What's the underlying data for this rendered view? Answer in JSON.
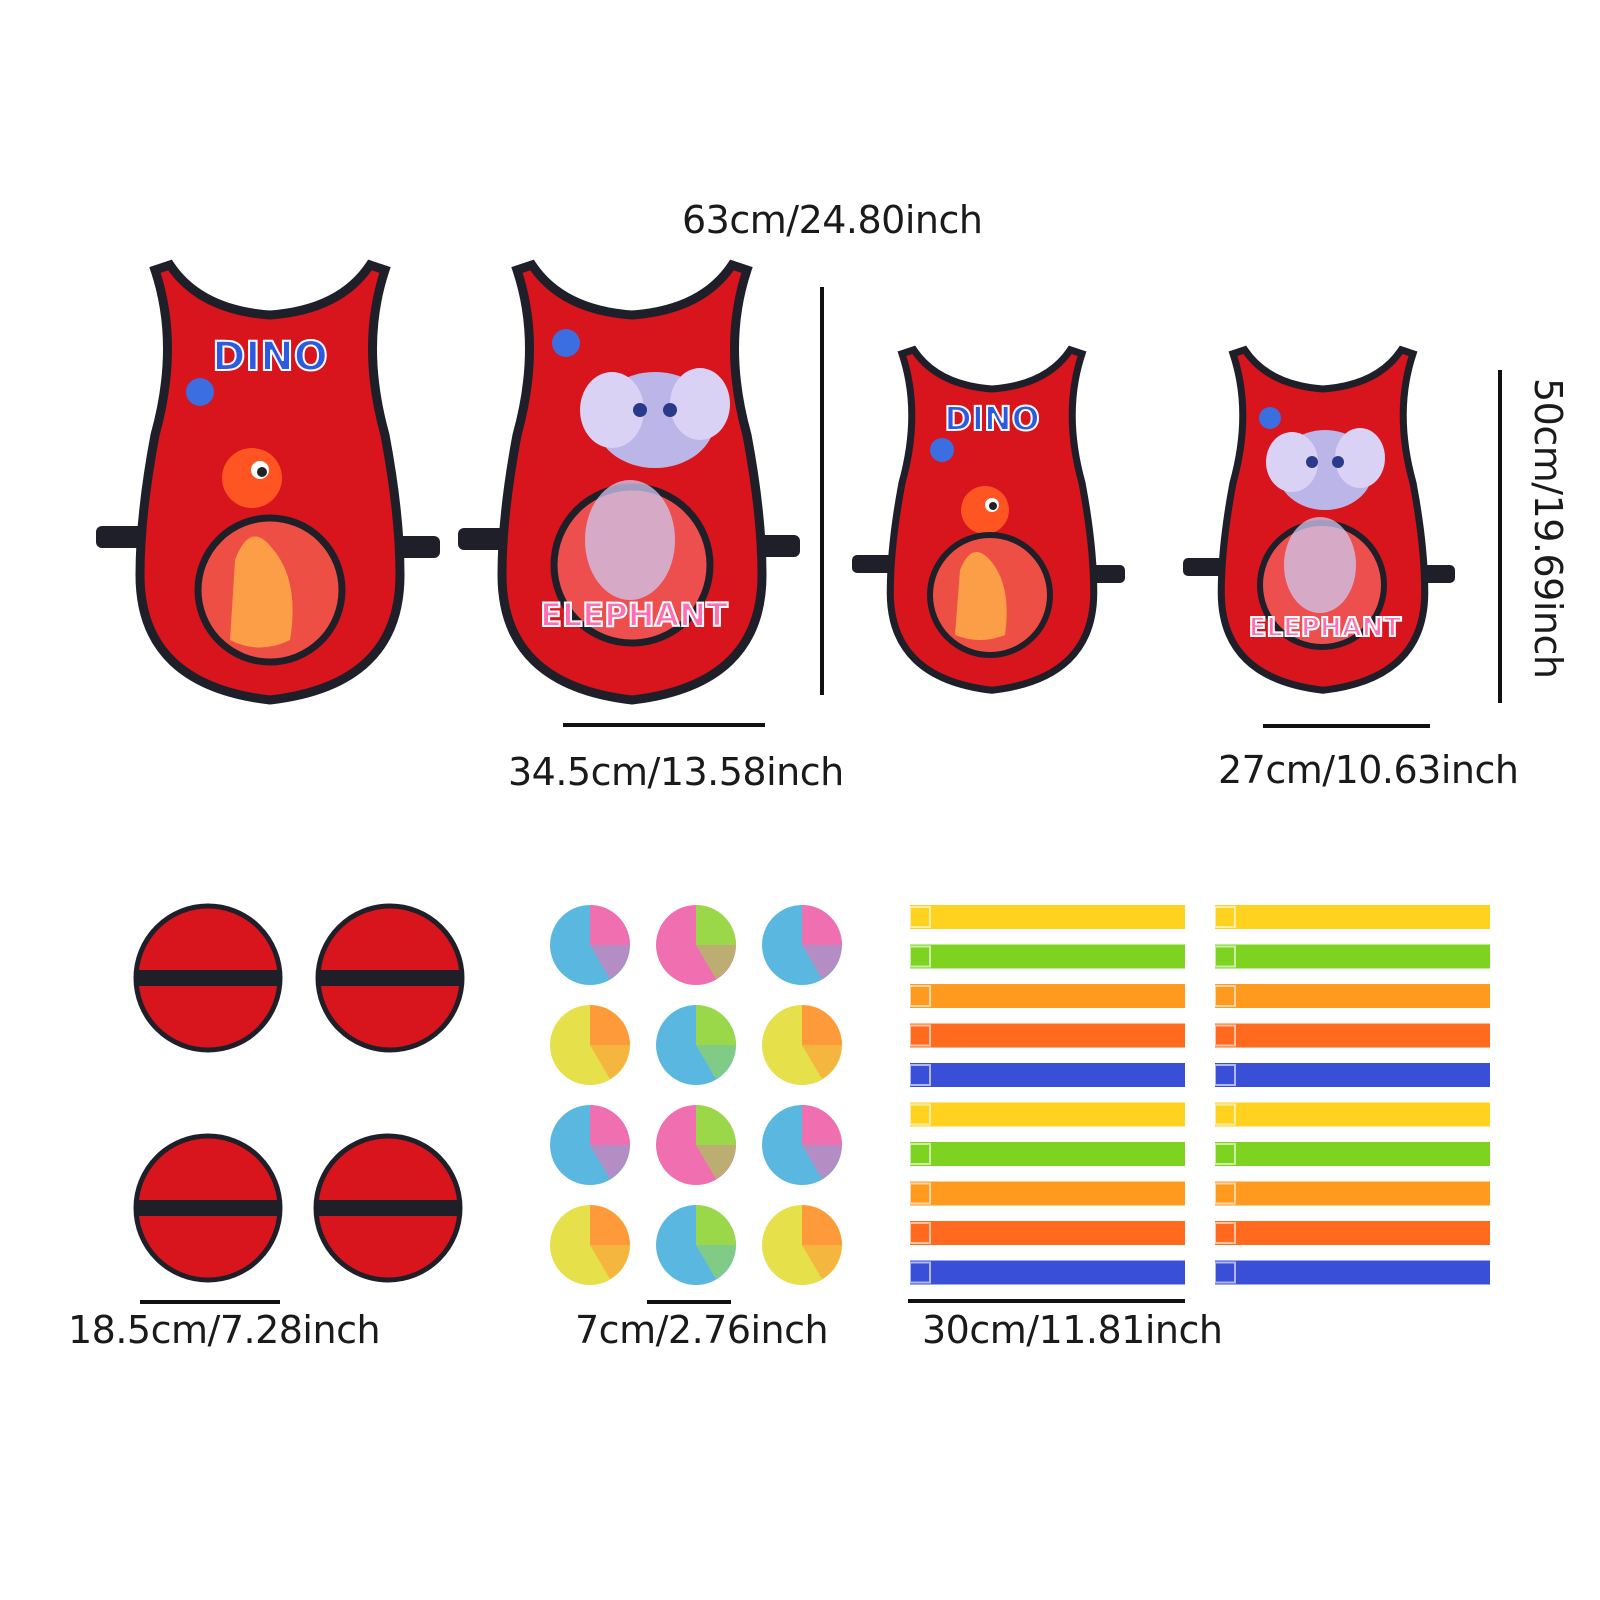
{
  "vests": [
    {
      "id": "dino-large",
      "label": "DINO",
      "character": "dinosaur"
    },
    {
      "id": "elephant-large",
      "label": "ELEPHANT",
      "character": "elephant"
    },
    {
      "id": "dino-small",
      "label": "DINO",
      "character": "dinosaur"
    },
    {
      "id": "elephant-small",
      "label": "ELEPHANT",
      "character": "elephant"
    }
  ],
  "dimensions": {
    "large_vest_height": "63cm/24.80inch",
    "large_vest_width": "34.5cm/13.58inch",
    "small_vest_height": "50cm/19.69inch",
    "small_vest_width": "27cm/10.63inch",
    "target_pad": "18.5cm/7.28inch",
    "ball": "7cm/2.76inch",
    "strap": "30cm/11.81inch"
  },
  "counts": {
    "target_pads": 4,
    "balls": 12,
    "straps": 20
  },
  "colors": {
    "vest_red": "#d8141c",
    "vest_edge": "#1f1f2a",
    "strap_colors": [
      "#ffd21f",
      "#7ed321",
      "#ff9a1f",
      "#ff6a1f",
      "#3a4fd8"
    ],
    "ball_pink": "#f06fb0",
    "ball_blue": "#5ab8e0",
    "ball_green": "#9ad84a",
    "ball_yellow": "#e6e04a",
    "ball_orange": "#ff9a3a"
  }
}
